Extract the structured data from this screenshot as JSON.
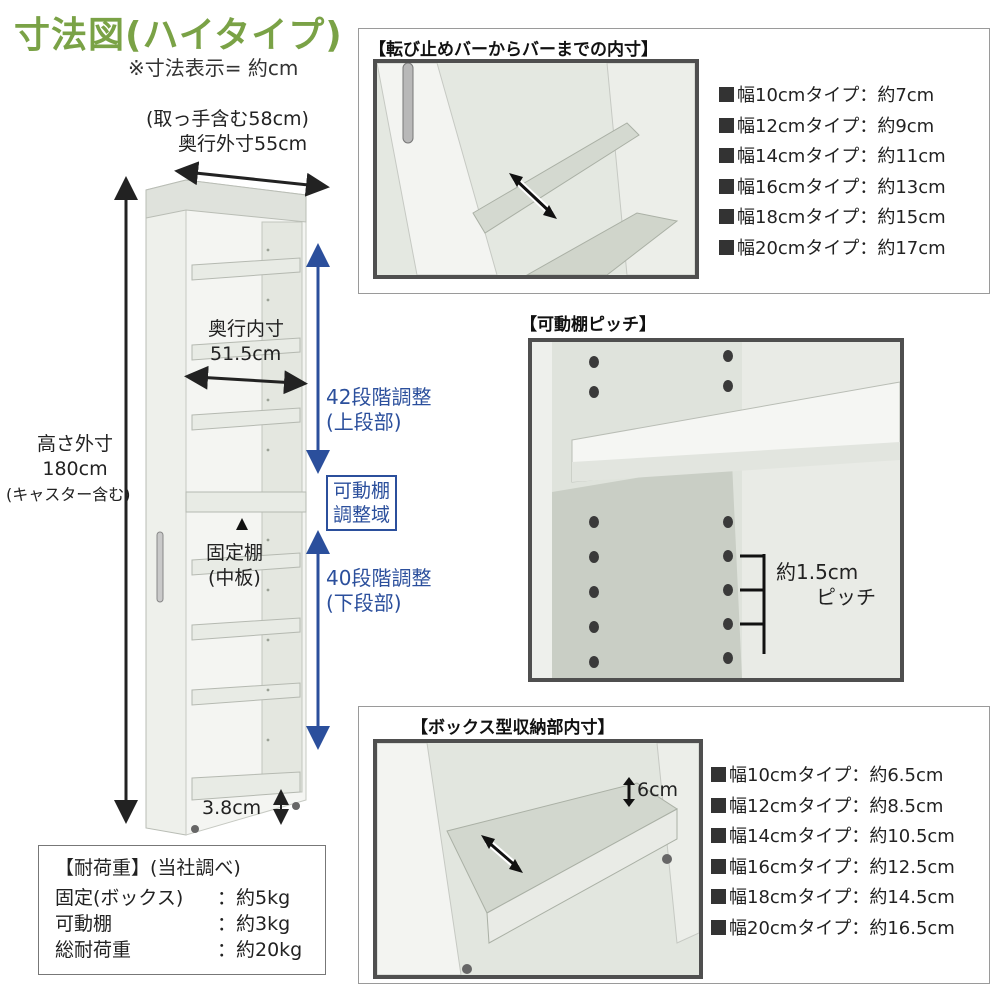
{
  "title": "寸法図(ハイタイプ)",
  "unit_note": "※寸法表示= 約cm",
  "main": {
    "handle_depth": "(取っ手含む58cm)",
    "outer_depth": "奥行外寸55cm",
    "inner_depth_label": "奥行内寸",
    "inner_depth_value": "51.5cm",
    "height_label": "高さ外寸",
    "height_value": "180cm",
    "height_note": "(キャスター含む)",
    "upper_adjust": "42段階調整",
    "upper_part": "(上段部)",
    "adjust_area_1": "可動棚",
    "adjust_area_2": "調整域",
    "lower_adjust": "40段階調整",
    "lower_part": "(下段部)",
    "fixed_shelf": "固定棚",
    "middle_board": "(中板)",
    "caster_gap": "3.8cm"
  },
  "bar_panel": {
    "title": "【転び止めバーからバーまでの内寸】",
    "items": [
      "幅10cmタイプ：約7cm",
      "幅12cmタイプ：約9cm",
      "幅14cmタイプ：約11cm",
      "幅16cmタイプ：約13cm",
      "幅18cmタイプ：約15cm",
      "幅20cmタイプ：約17cm"
    ]
  },
  "pitch_panel": {
    "title": "【可動棚ピッチ】",
    "pitch_value": "約1.5cm",
    "pitch_label": "ピッチ"
  },
  "box_panel": {
    "title": "【ボックス型収納部内寸】",
    "box_height": "6cm",
    "items": [
      "幅10cmタイプ：約6.5cm",
      "幅12cmタイプ：約8.5cm",
      "幅14cmタイプ：約10.5cm",
      "幅16cmタイプ：約12.5cm",
      "幅18cmタイプ：約14.5cm",
      "幅20cmタイプ：約16.5cm"
    ]
  },
  "load_panel": {
    "title": "【耐荷重】(当社調べ)",
    "rows": [
      {
        "label": "固定(ボックス)",
        "value": "：約5kg"
      },
      {
        "label": "可動棚",
        "value": "：約3kg"
      },
      {
        "label": "総耐荷重",
        "value": "：約20kg"
      }
    ]
  },
  "colors": {
    "title_green": "#7aa246",
    "dimension_blue": "#2b4f9c",
    "frame_gray": "#4f4f4f"
  }
}
